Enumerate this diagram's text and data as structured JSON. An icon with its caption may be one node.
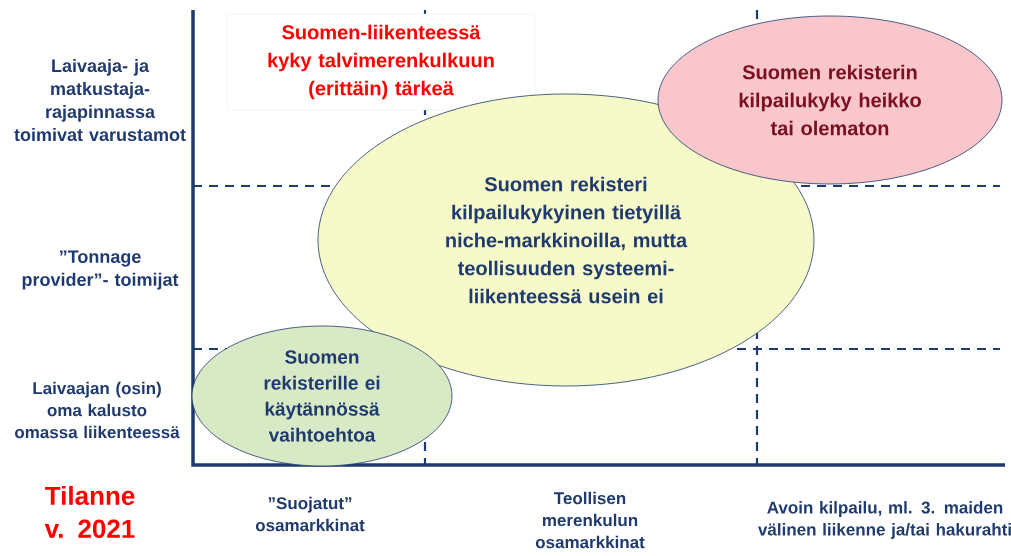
{
  "diagram": {
    "nodes": [
      {
        "text": [
          "Suomen-liikenteessä kyky talvimerenkulkuun (erittäin) tärkeä"
        ]
      },
      {
        "text": [
          "Suomen rekisterin kilpailukyky heikko tai olematon"
        ]
      },
      {
        "text": [
          "Suomen rekisteri kilpailukykyinen tietyillä niche-markkinoilla, mutta teollisuuden systeemi- liikenteessä usein ei"
        ]
      },
      {
        "text": [
          "Suomen rekisterille ei käytännössä vaihtoehtoa"
        ]
      }
    ],
    "labels": [
      "Laivaaja- ja matkustaja- rajapinnassa toimivat varustamot",
      "”Tonnage provider”- toimijat",
      "Laivaajan (osin) oma kalusto omassa liikenteessä",
      "Tilanne v. 2021",
      "”Suojatut” osamarkkinat",
      "Teollisen merenkulun osamarkkinat",
      "Avoin kilpailu, ml. 3. maiden välinen liikenne ja/tai hakurahti"
    ]
  }
}
